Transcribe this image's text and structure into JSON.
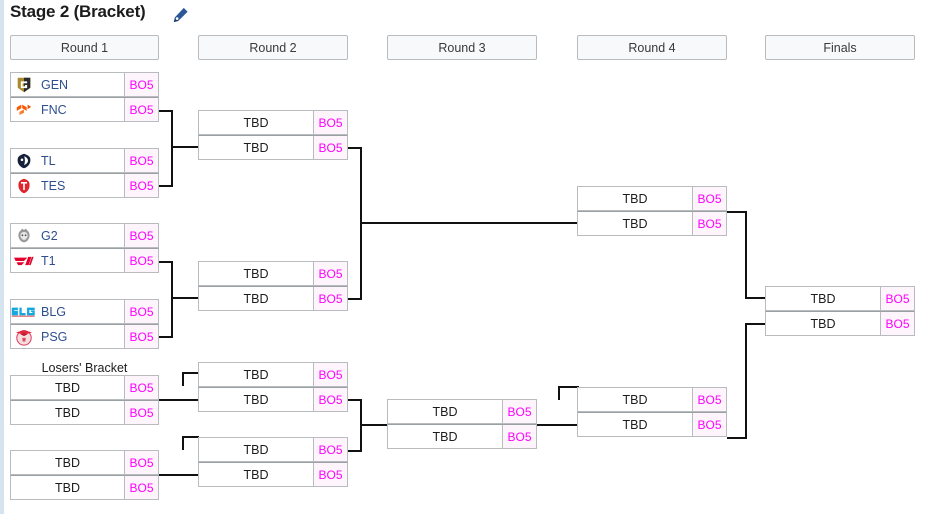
{
  "header": {
    "title": "Stage 2 (Bracket)",
    "edit_icon": "pencil-edit-icon"
  },
  "rounds": [
    {
      "label": "Round 1"
    },
    {
      "label": "Round 2"
    },
    {
      "label": "Round 3"
    },
    {
      "label": "Round 4"
    },
    {
      "label": "Finals"
    }
  ],
  "labels": {
    "losers_bracket": "Losers' Bracket",
    "tbd": "TBD",
    "format": "BO5"
  },
  "colors": {
    "format_badge_text": "#ff00ff",
    "format_badge_bg": "#fdf5fb",
    "team_name": "#2d4f8e",
    "connector": "#111111",
    "border": "#b9bcbe",
    "header_bg": "#f8f9fa",
    "accent_bar": "#d6e4f0"
  },
  "matches": {
    "r1m1": {
      "top": {
        "team": "GEN",
        "logo": "gen-g-logo",
        "format": "BO5"
      },
      "bottom": {
        "team": "FNC",
        "logo": "fnc-logo",
        "format": "BO5"
      }
    },
    "r1m2": {
      "top": {
        "team": "TL",
        "logo": "tl-logo",
        "format": "BO5"
      },
      "bottom": {
        "team": "TES",
        "logo": "tes-logo",
        "format": "BO5"
      }
    },
    "r1m3": {
      "top": {
        "team": "G2",
        "logo": "g2-logo",
        "format": "BO5"
      },
      "bottom": {
        "team": "T1",
        "logo": "t1-logo",
        "format": "BO5"
      }
    },
    "r1m4": {
      "top": {
        "team": "BLG",
        "logo": "blg-logo",
        "format": "BO5"
      },
      "bottom": {
        "team": "PSG",
        "logo": "psg-logo",
        "format": "BO5"
      }
    },
    "lb1": {
      "top": {
        "team": "TBD",
        "format": "BO5"
      },
      "bottom": {
        "team": "TBD",
        "format": "BO5"
      }
    },
    "lb2": {
      "top": {
        "team": "TBD",
        "format": "BO5"
      },
      "bottom": {
        "team": "TBD",
        "format": "BO5"
      }
    },
    "r2m1": {
      "top": {
        "team": "TBD",
        "format": "BO5"
      },
      "bottom": {
        "team": "TBD",
        "format": "BO5"
      }
    },
    "r2m2": {
      "top": {
        "team": "TBD",
        "format": "BO5"
      },
      "bottom": {
        "team": "TBD",
        "format": "BO5"
      }
    },
    "r2m3": {
      "top": {
        "team": "TBD",
        "format": "BO5"
      },
      "bottom": {
        "team": "TBD",
        "format": "BO5"
      }
    },
    "r2m4": {
      "top": {
        "team": "TBD",
        "format": "BO5"
      },
      "bottom": {
        "team": "TBD",
        "format": "BO5"
      }
    },
    "r3m1": {
      "top": {
        "team": "TBD",
        "format": "BO5"
      },
      "bottom": {
        "team": "TBD",
        "format": "BO5"
      }
    },
    "r4m1": {
      "top": {
        "team": "TBD",
        "format": "BO5"
      },
      "bottom": {
        "team": "TBD",
        "format": "BO5"
      }
    },
    "r4m2": {
      "top": {
        "team": "TBD",
        "format": "BO5"
      },
      "bottom": {
        "team": "TBD",
        "format": "BO5"
      }
    },
    "finals": {
      "top": {
        "team": "TBD",
        "format": "BO5"
      },
      "bottom": {
        "team": "TBD",
        "format": "BO5"
      }
    }
  }
}
